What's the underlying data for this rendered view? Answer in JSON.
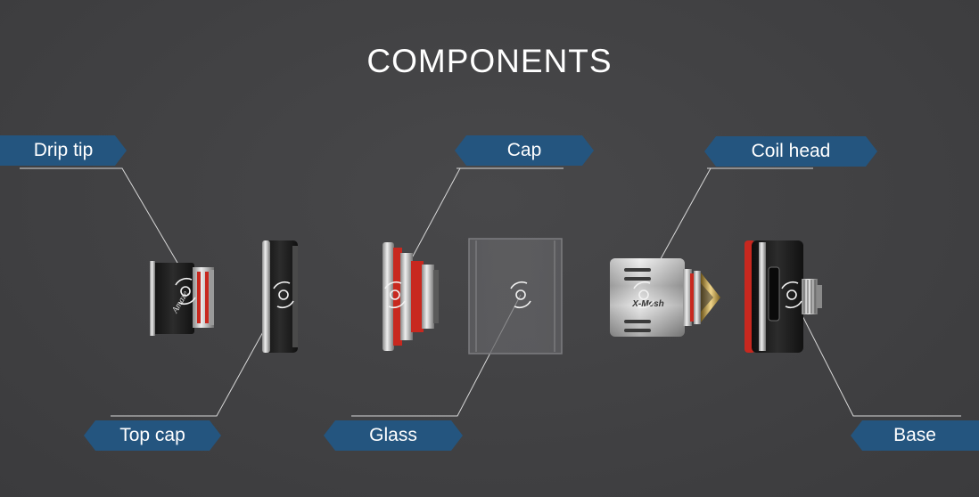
{
  "title": "COMPONENTS",
  "labels": {
    "drip_tip": "Drip tip",
    "cap": "Cap",
    "coil_head": "Coil head",
    "top_cap": "Top cap",
    "glass": "Glass",
    "base": "Base"
  },
  "engravings": {
    "drip_tip_logo": "Amaze",
    "coil_brand": "X-Mesh"
  },
  "colors": {
    "background": "#414143",
    "tag": "#24557f",
    "accent_red": "#c8281f",
    "steel": "#b8b8b8",
    "black_part": "#1b1b1b"
  }
}
